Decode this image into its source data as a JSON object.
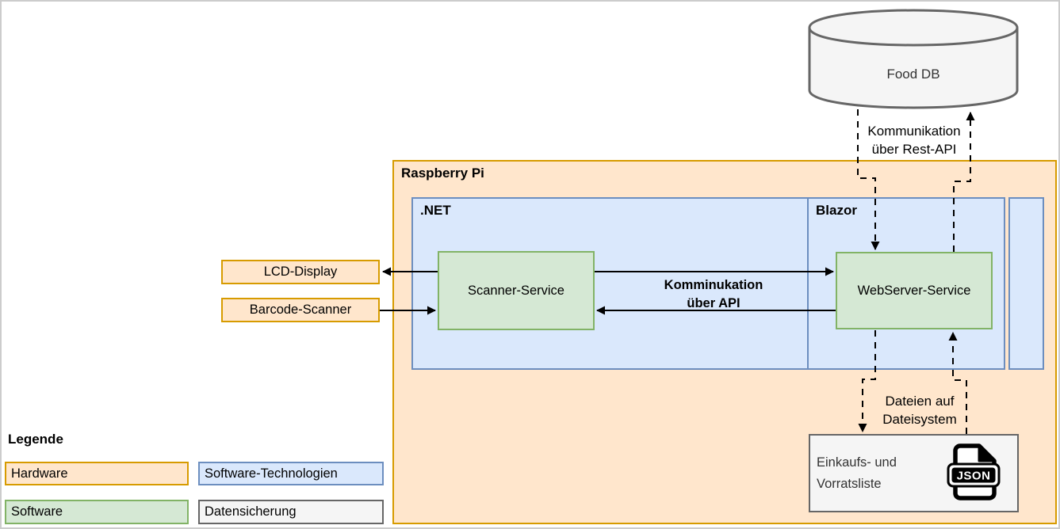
{
  "diagram": {
    "food_db": {
      "label": "Food DB"
    },
    "raspberry_pi": {
      "label": "Raspberry Pi"
    },
    "dotnet": {
      "label": ".NET"
    },
    "blazor": {
      "label": "Blazor"
    },
    "scanner_service": {
      "label": "Scanner-Service"
    },
    "webserver_service": {
      "label": "WebServer-Service"
    },
    "lcd_display": {
      "label": "LCD-Display"
    },
    "barcode_scanner": {
      "label": "Barcode-Scanner"
    },
    "storage": {
      "line1": "Einkaufs- und",
      "line2": "Vorratsliste",
      "file_type": "JSON"
    },
    "edges": {
      "rest_api": {
        "line1": "Kommunikation",
        "line2": "über Rest-API"
      },
      "api": {
        "line1": "Komminukation",
        "line2": "über API"
      },
      "files": {
        "line1": "Dateien auf",
        "line2": "Dateisystem"
      }
    }
  },
  "legend": {
    "title": "Legende",
    "items": [
      {
        "label": "Hardware",
        "fill": "#FFE6CC",
        "border": "#D79B00"
      },
      {
        "label": "Software-Technologien",
        "fill": "#DAE8FC",
        "border": "#6C8EBF"
      },
      {
        "label": "Software",
        "fill": "#D5E8D4",
        "border": "#82B366"
      },
      {
        "label": "Datensicherung",
        "fill": "#F5F5F5",
        "border": "#666666"
      }
    ]
  },
  "colors": {
    "hardware_fill": "#FFE6CC",
    "hardware_border": "#D79B00",
    "software_tech_fill": "#DAE8FC",
    "software_tech_border": "#6C8EBF",
    "software_fill": "#D5E8D4",
    "software_border": "#82B366",
    "storage_fill": "#F5F5F5",
    "storage_border": "#666666",
    "line": "#000000",
    "canvas_border": "#CCCCCC"
  }
}
